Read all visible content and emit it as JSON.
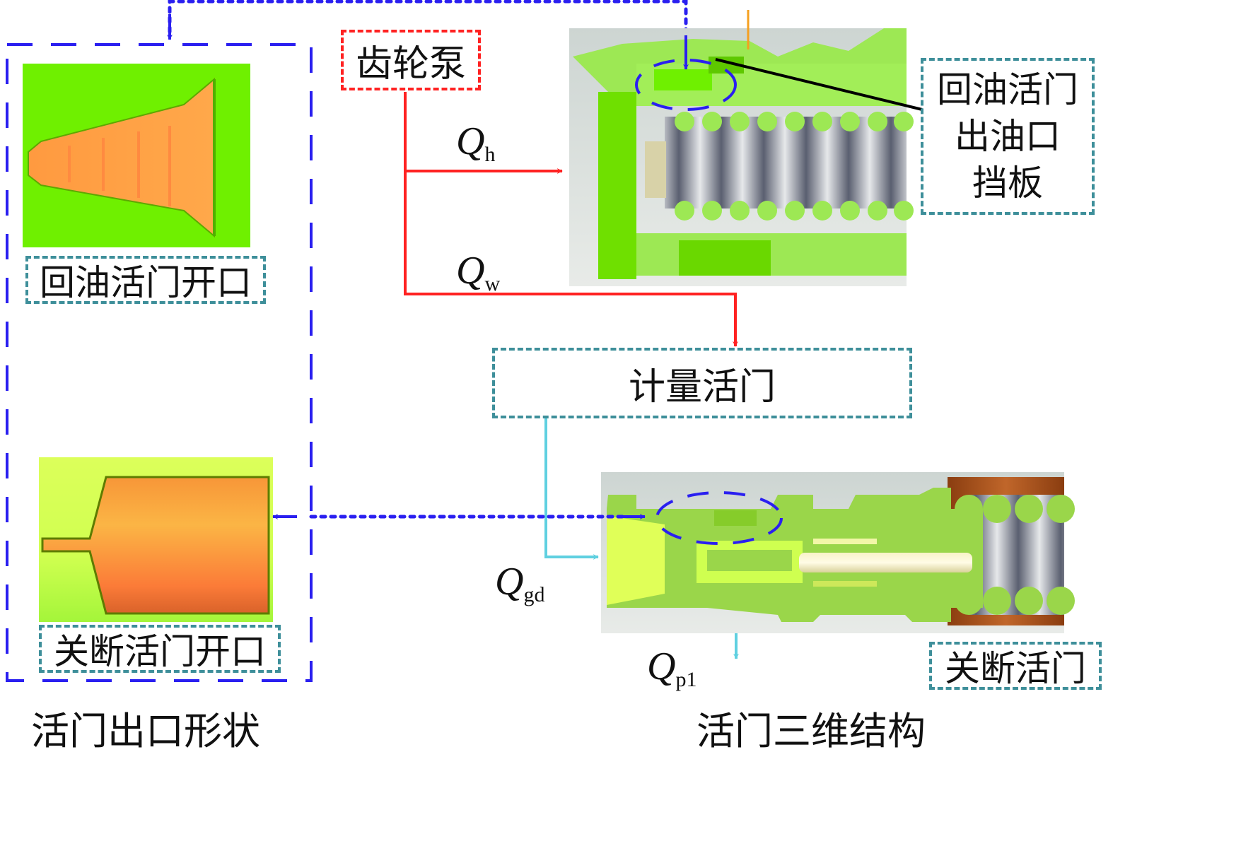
{
  "colors": {
    "feedback_blue": "#2a1ff0",
    "fuel_red": "#ff2222",
    "metered_cyan": "#5fd0e0",
    "label_teal": "#3e8f9a",
    "valve_green": "#6ff000",
    "shutoff_bg_yellow": "#d8ff5a",
    "opening_orange": "#ffa040",
    "annotation_orange": "#f5a020"
  },
  "left_panel": {
    "caption": "活门出口形状",
    "return_valve_opening_label": "回油活门开口",
    "shutoff_valve_opening_label": "关断活门开口"
  },
  "nodes": {
    "gear_pump": "齿轮泵",
    "metering_valve": "计量活门",
    "return_valve_outlet_baffle": [
      "回油活门",
      "出油口",
      "挡板"
    ],
    "shutoff_valve": "关断活门"
  },
  "flows": {
    "q_h": {
      "symbol": "Q",
      "sub": "h"
    },
    "q_w": {
      "symbol": "Q",
      "sub": "w"
    },
    "q_gd": {
      "symbol": "Q",
      "sub": "gd"
    },
    "q_p1": {
      "symbol": "Q",
      "sub": "p1"
    }
  },
  "right_panel": {
    "caption": "活门三维结构"
  }
}
